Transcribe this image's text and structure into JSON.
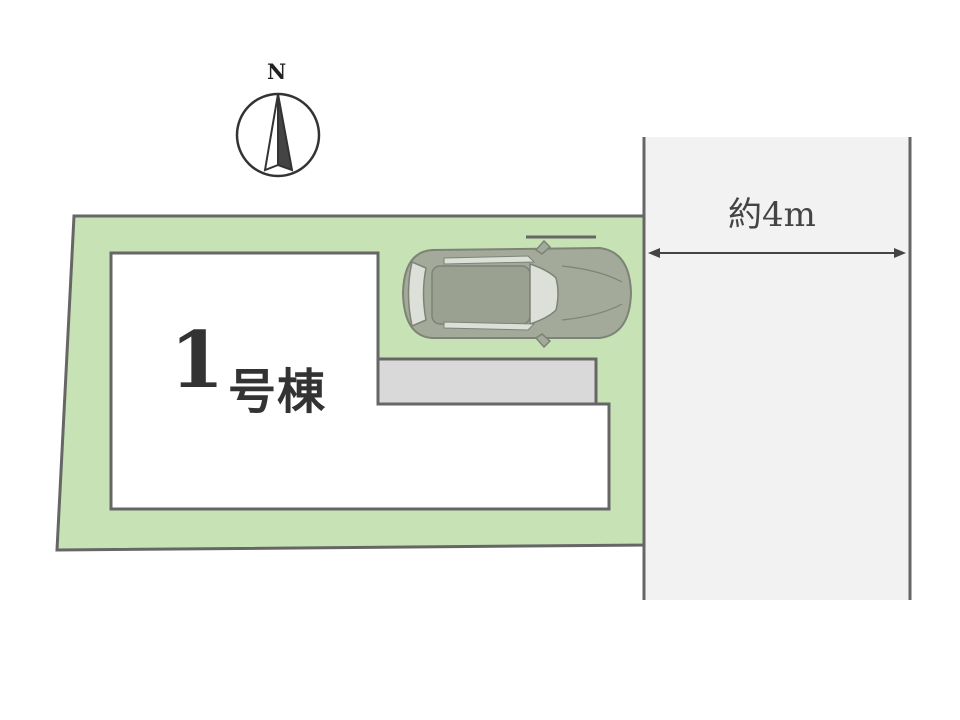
{
  "compass": {
    "north_label": "N"
  },
  "building": {
    "number": "1",
    "suffix": "号棟"
  },
  "road": {
    "width_label": "約4m"
  },
  "colors": {
    "lot_fill": "#c7e3b5",
    "road_fill": "#f2f2f2",
    "outline": "#666666",
    "building_fill": "#ffffff",
    "parking_pad": "#d9d9d9",
    "car_body": "#a3aa9a"
  },
  "icons": {
    "compass": "north-arrow-icon",
    "car": "car-icon"
  }
}
